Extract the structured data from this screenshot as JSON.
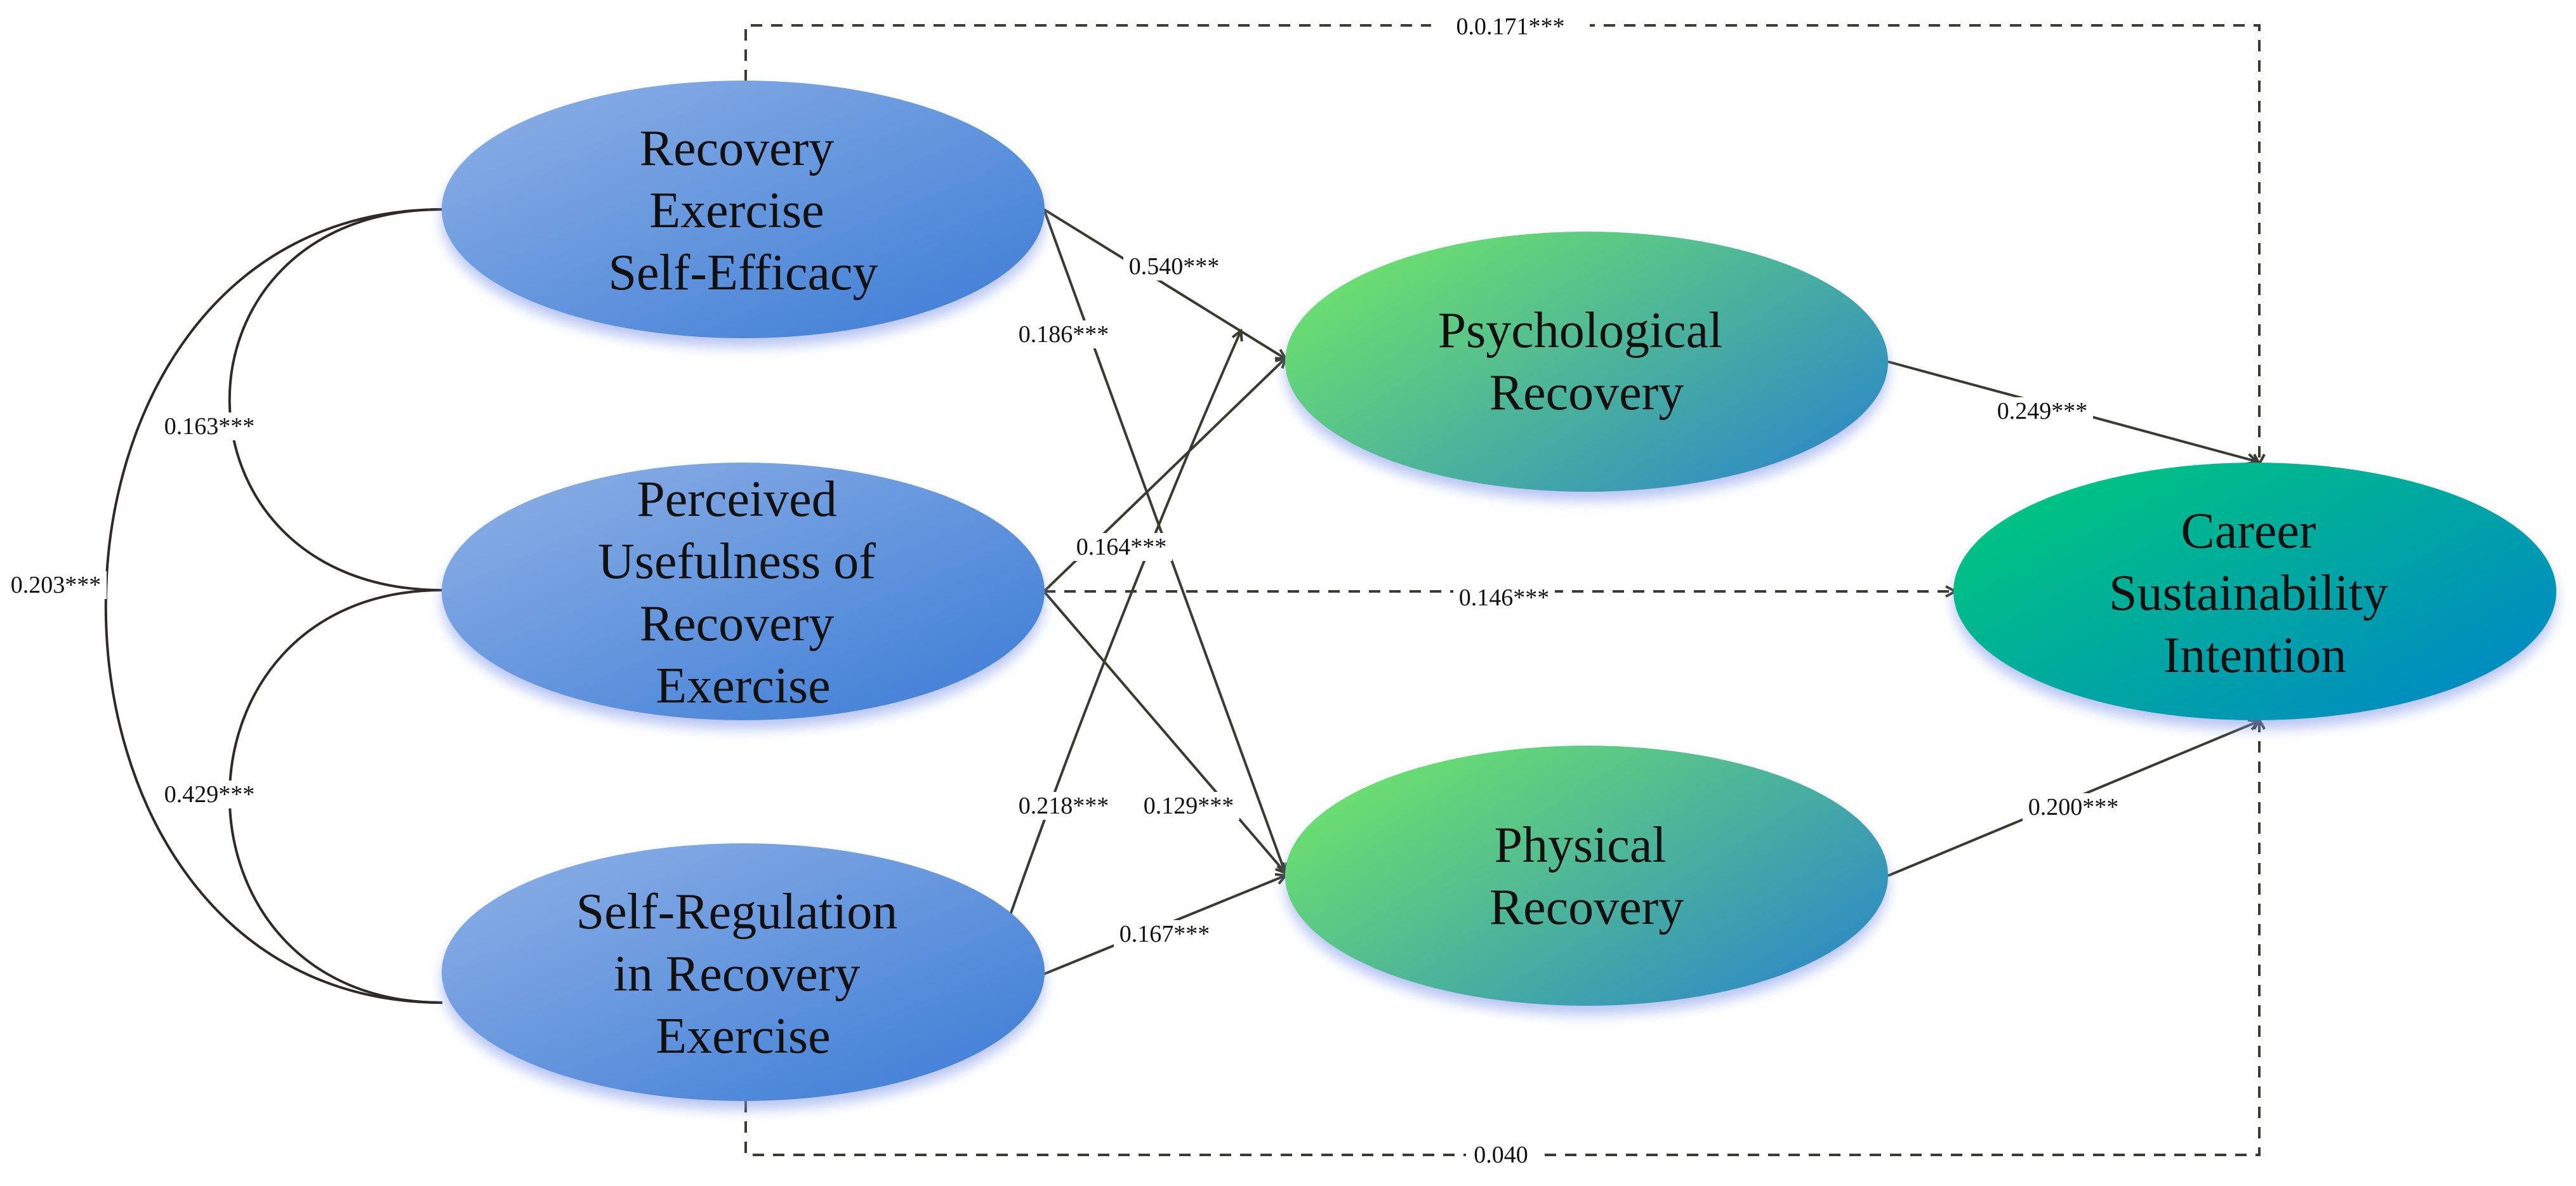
{
  "nodes": {
    "rese": [
      "Recovery",
      "Exercise",
      "Self-Efficacy"
    ],
    "pure": [
      "Perceived",
      "Usefulness of",
      "Recovery",
      "Exercise"
    ],
    "srre": [
      "Self-Regulation",
      "in Recovery",
      "Exercise"
    ],
    "psych": [
      "Psychological",
      "Recovery"
    ],
    "phys": [
      "Physical",
      "Recovery"
    ],
    "csi": [
      "Career",
      "Sustainability",
      "Intention"
    ]
  },
  "coefficients": {
    "rese_csi": "0.0.171***",
    "rese_psych": "0.540***",
    "rese_phys": "0.186***",
    "pure_psych": "0.164***",
    "pure_csi": "0.146***",
    "pure_phys": "0.129***",
    "srre_psych": "0.218***",
    "srre_phys": "0.167***",
    "srre_csi": "0.040",
    "psych_csi": "0.249***",
    "phys_csi": "0.200***",
    "corr_rese_pure": "0.163***",
    "corr_pure_srre": "0.429***",
    "corr_rese_srre": "0.203***"
  },
  "colors": {
    "exogenous_light": "#86abe4",
    "exogenous_dark": "#3f7fd6",
    "mediator_light": "#72e06e",
    "mediator_dark": "#2e86c9",
    "outcome_light": "#03c97c",
    "outcome_dark": "#0188c6",
    "line": "#3a3a2e"
  }
}
